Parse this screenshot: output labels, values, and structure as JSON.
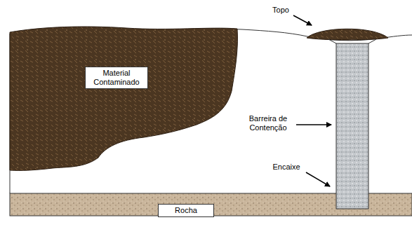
{
  "diagram": {
    "nodes": [
      {
        "text": [
          "Material Contaminado"
        ]
      },
      {
        "text": [
          "Rocha"
        ]
      }
    ],
    "labels": [
      "Topo",
      "Barreira de Contenção",
      "Encaixe"
    ]
  }
}
